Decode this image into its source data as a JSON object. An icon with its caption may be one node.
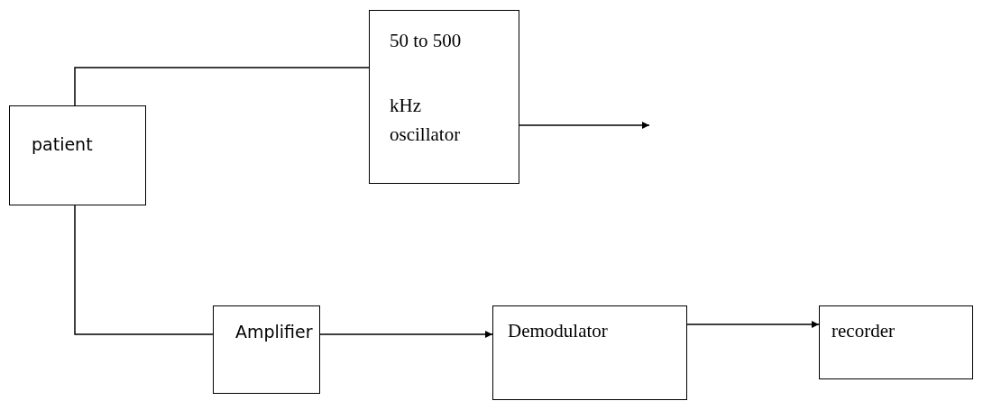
{
  "diagram": {
    "nodes": [
      {
        "text": [
          "patient"
        ]
      },
      {
        "text": [
          "50 to 500",
          "kHz oscillator"
        ]
      },
      {
        "text": [
          "Amplifier"
        ]
      },
      {
        "text": [
          "Demodulator"
        ]
      },
      {
        "text": [
          "recorder"
        ]
      }
    ],
    "edges": [
      {
        "from": 0,
        "to": 1,
        "arrow": "none"
      },
      {
        "from": 1,
        "to": null,
        "arrow": "to"
      },
      {
        "from": 0,
        "to": 2,
        "arrow": "none"
      },
      {
        "from": 2,
        "to": 3,
        "arrow": "to"
      },
      {
        "from": 3,
        "to": 4,
        "arrow": "to"
      }
    ]
  }
}
